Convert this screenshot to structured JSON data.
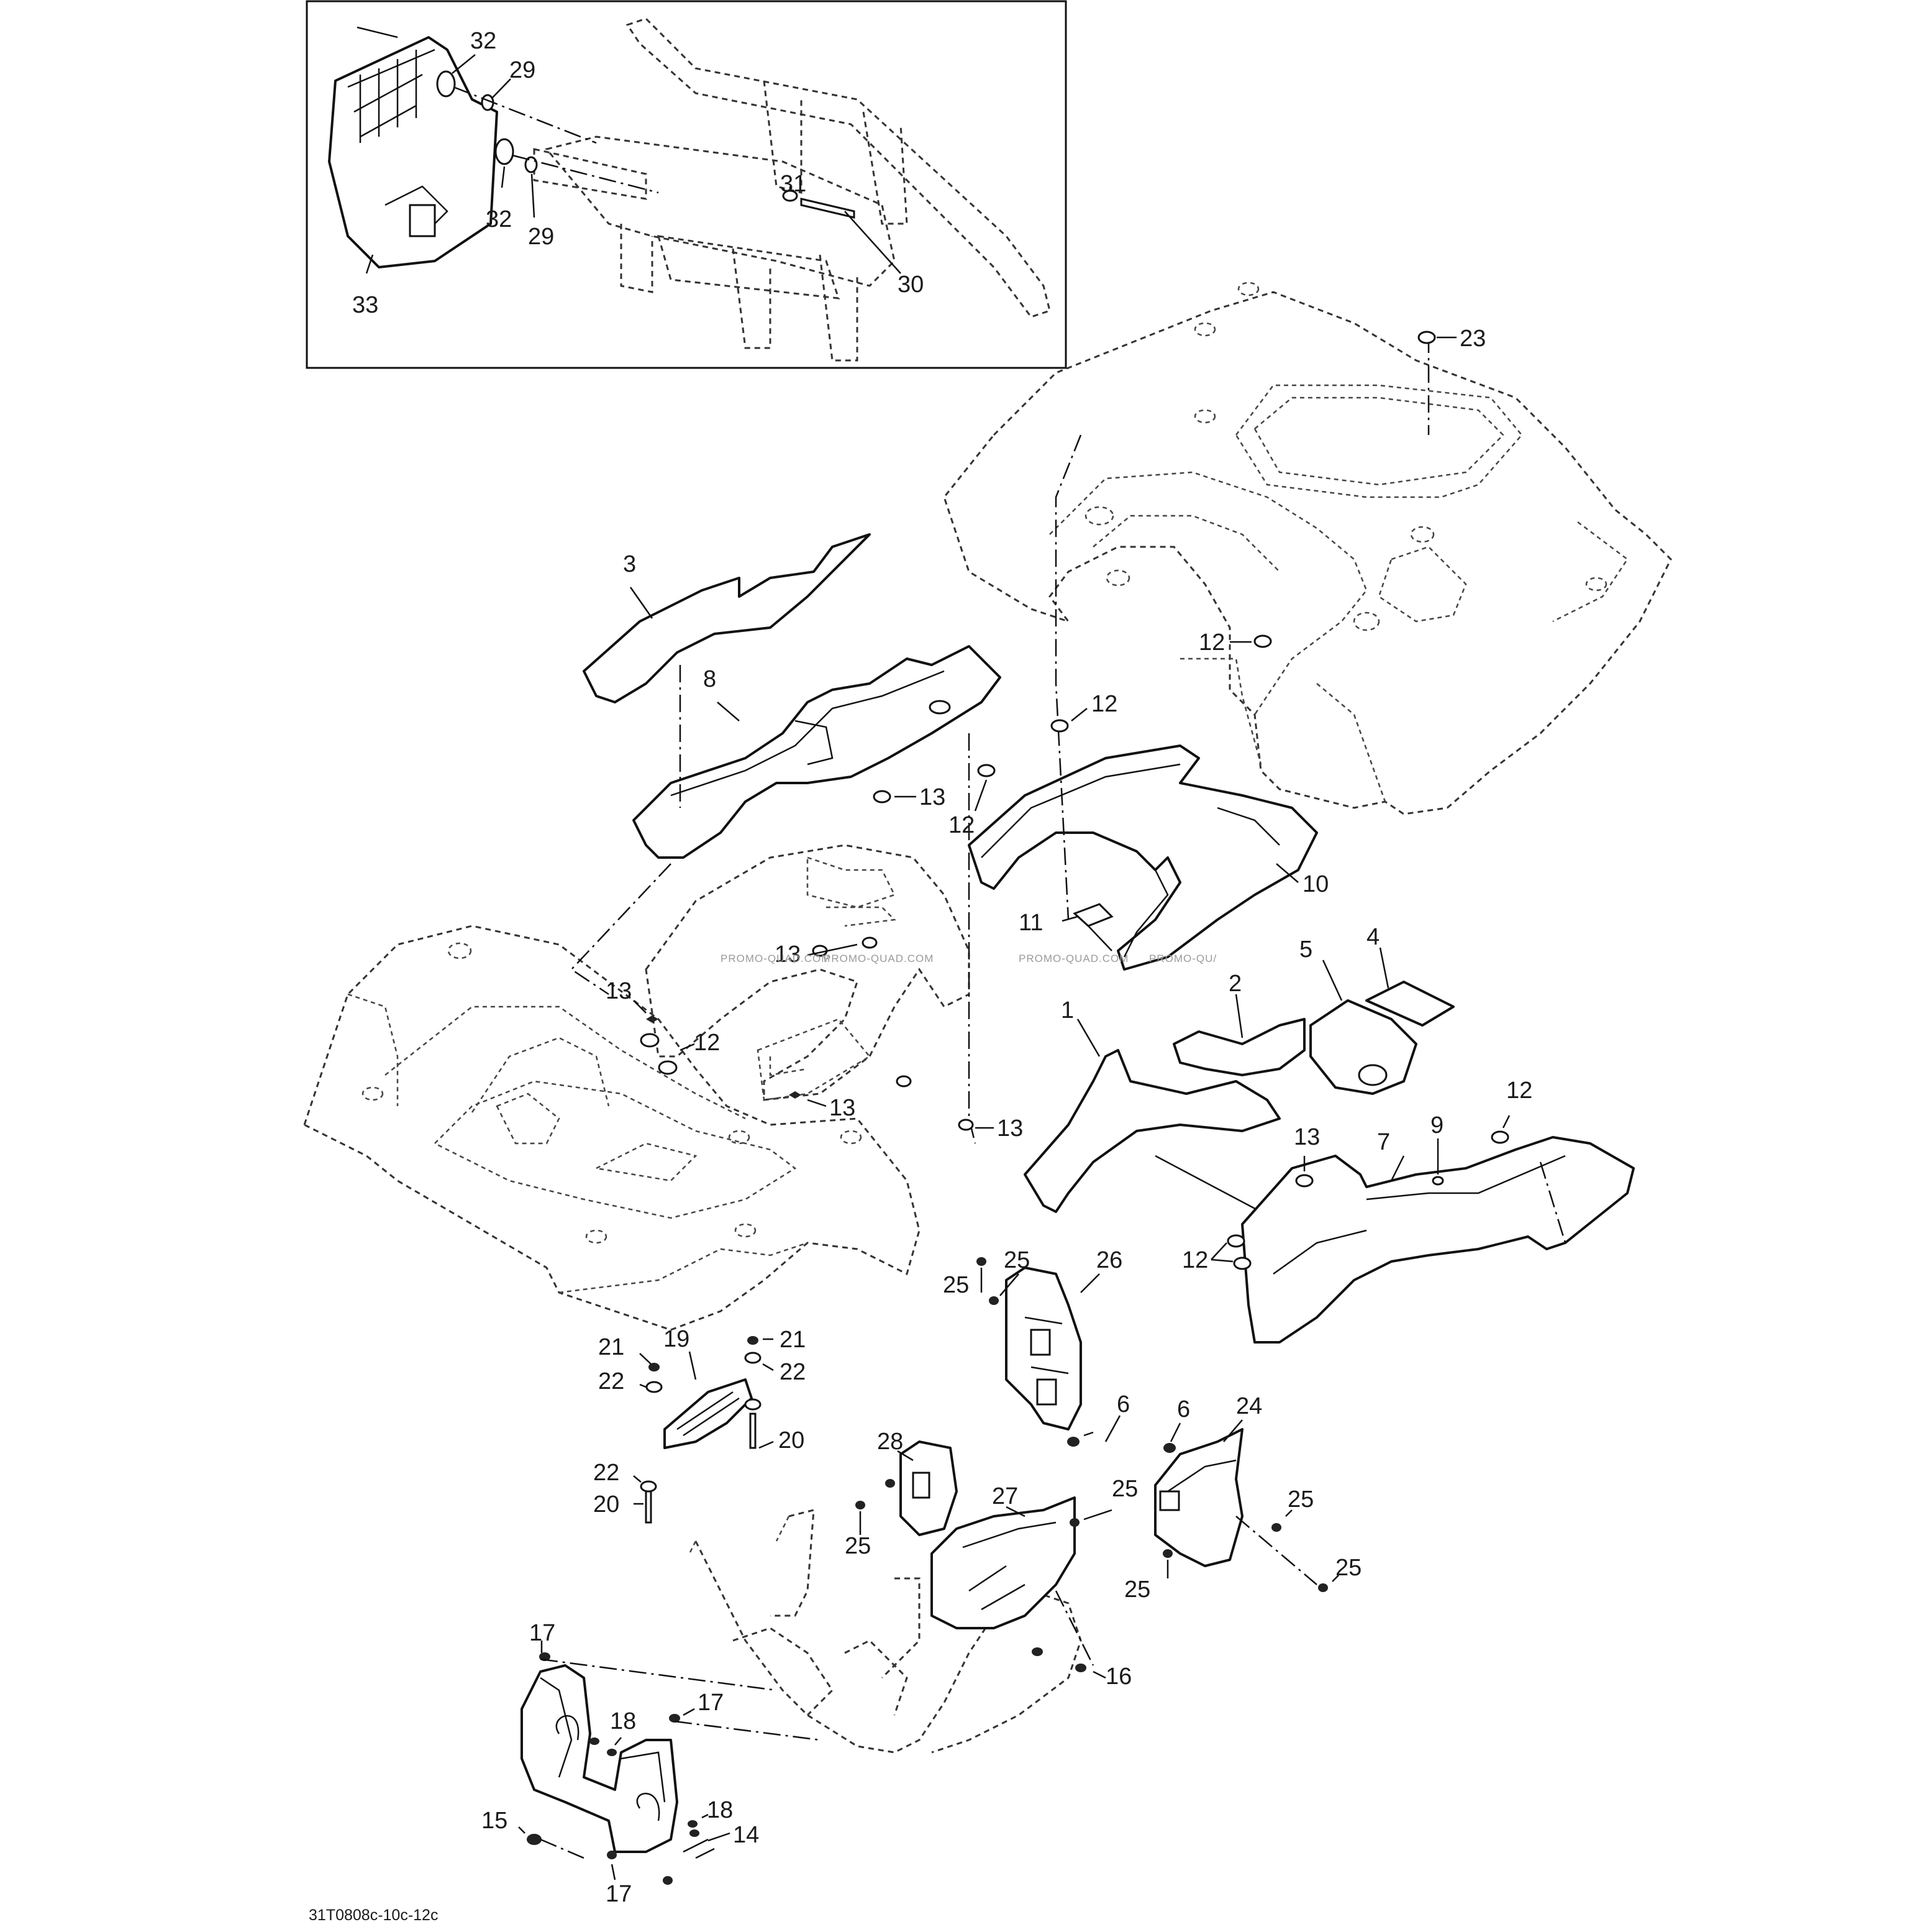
{
  "diagram": {
    "reference_code": "31T0808c-10c-12c",
    "watermark": [
      "PROMO-QUAD.COM",
      "PROMO-QUAD.COM",
      "PROMO-QUAD.COM",
      "PROMO-QU/"
    ],
    "callouts": {
      "c1": "1",
      "c2": "2",
      "c3": "3",
      "c4": "4",
      "c5": "5",
      "c6a": "6",
      "c6b": "6",
      "c7": "7",
      "c8": "8",
      "c9": "9",
      "c10": "10",
      "c11": "11",
      "c12a": "12",
      "c12b": "12",
      "c12c": "12",
      "c12d": "12",
      "c12e": "12",
      "c13a": "13",
      "c13b": "13",
      "c13c": "13",
      "c13d": "13",
      "c13e": "13",
      "c13f": "13",
      "c14": "14",
      "c15": "15",
      "c16": "16",
      "c17a": "17",
      "c17b": "17",
      "c17c": "17",
      "c18a": "18",
      "c18b": "18",
      "c19": "19",
      "c20a": "20",
      "c20b": "20",
      "c21a": "21",
      "c21b": "21",
      "c22a": "22",
      "c22b": "22",
      "c22c": "22",
      "c23": "23",
      "c24": "24",
      "c25a": "25",
      "c25b": "25",
      "c25c": "25",
      "c25d": "25",
      "c25e": "25",
      "c25f": "25",
      "c25g": "25",
      "c26": "26",
      "c27": "27",
      "c28": "28",
      "c29a": "29",
      "c29b": "29",
      "c30": "30",
      "c31": "31",
      "c32a": "32",
      "c32b": "32",
      "c33": "33"
    }
  }
}
